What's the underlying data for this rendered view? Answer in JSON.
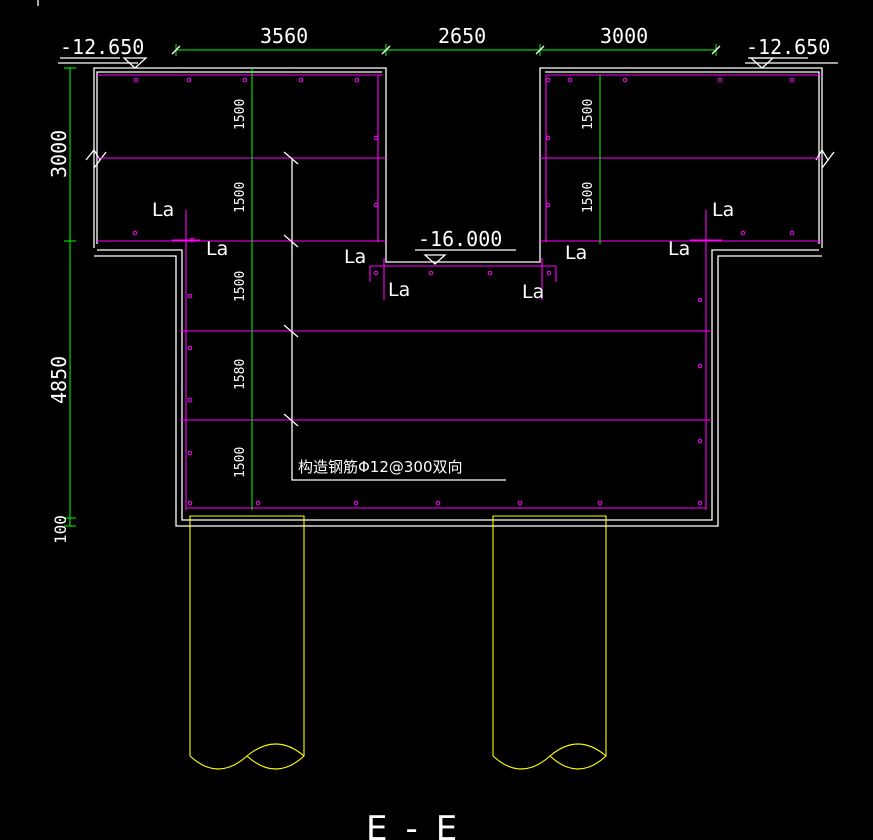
{
  "top_dims": [
    "3560",
    "2650",
    "3000"
  ],
  "elevations": {
    "left": "-12.650",
    "right": "-12.650",
    "pit": "-16.000"
  },
  "left_dims": [
    "3000",
    "4850",
    "100"
  ],
  "spacing_labels": [
    "1500",
    "1500",
    "1500",
    "1580",
    "1500",
    "1500",
    "1500"
  ],
  "la_label": "La",
  "note": "构造钢筋Φ12@300双向",
  "section_title": "E-E",
  "colors": {
    "background": "#000000",
    "concrete": "#ffffff",
    "rebar": "#ff00ff",
    "dimension": "#00ff00",
    "pile": "#ffff00"
  }
}
